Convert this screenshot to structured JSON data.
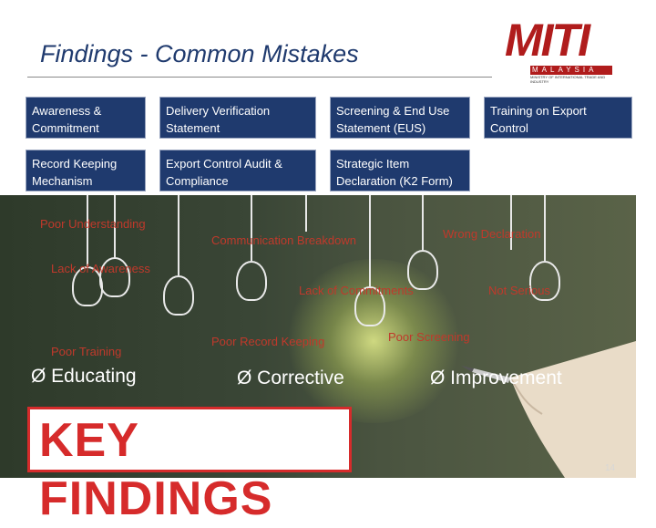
{
  "title": "Findings - Common Mistakes",
  "logo": {
    "main": "MITI",
    "sub": "MALAYSIA",
    "tagline": "MINISTRY OF INTERNATIONAL TRADE AND INDUSTRY"
  },
  "boxes": [
    "Awareness & Commitment",
    "Delivery Verification Statement",
    "Screening & End Use Statement (EUS)",
    "Training on Export Control",
    "Record Keeping Mechanism",
    "Export Control Audit & Compliance",
    "Strategic Item Declaration (K2 Form)"
  ],
  "photo_labels": [
    "Poor Understanding",
    "Communication Breakdown",
    "Wrong Declaration",
    "Lack of Awareness",
    "Lack of Commitments",
    "Not Serious",
    "Poor Training",
    "Poor Record Keeping",
    "Poor Screening"
  ],
  "actions": [
    "Ø Educating",
    "Ø Corrective",
    "Ø Improvement"
  ],
  "key_findings": "KEY FINDINGS",
  "page_number": "14",
  "colors": {
    "navy": "#1f3a6e",
    "red": "#d62b2b",
    "brand_red": "#b01c1c"
  }
}
